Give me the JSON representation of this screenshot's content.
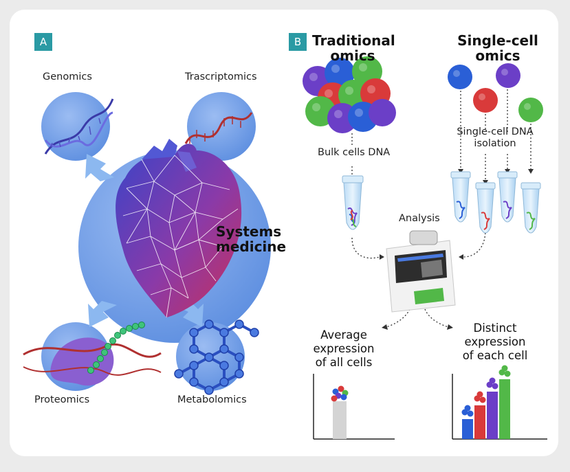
{
  "panel_a": {
    "label": "A",
    "genomics": "Genomics",
    "transcriptomics": "Trascriptomics",
    "proteomics": "Proteomics",
    "metabolomics": "Metabolomics",
    "center_line1": "Systems",
    "center_line2": "medicine",
    "sphere_color": "#7aa7ea",
    "arrow_color": "#8cb8f0"
  },
  "panel_b": {
    "label": "B",
    "traditional_line1": "Traditional",
    "traditional_line2": "omics",
    "single_line1": "Single-cell",
    "single_line2": "omics",
    "bulk_label": "Bulk cells DNA",
    "isolation_line1": "Single-cell DNA",
    "isolation_line2": "isolation",
    "analysis_label": "Analysis",
    "average_line1": "Average",
    "average_line2": "expression",
    "average_line3": "of all cells",
    "distinct_line1": "Distinct",
    "distinct_line2": "expression",
    "distinct_line3": "of each cell",
    "cell_colors": [
      "#2a5fd6",
      "#d93a3a",
      "#6b3fc7",
      "#52b848"
    ]
  },
  "panel_label_color": "#2a9aa4"
}
